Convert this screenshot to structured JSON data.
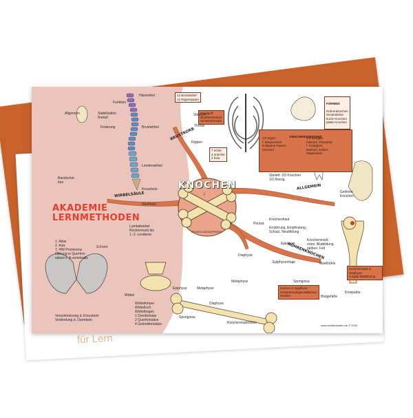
{
  "caption": "für Lern",
  "watermark": {
    "line1": "AKADEMIE",
    "line2": "LERNMETHODEN"
  },
  "center": {
    "title": "KNOCHEN",
    "numeral": "I",
    "subtitle": "BEWEGUNGSAPPARAT"
  },
  "branches": {
    "brustkorb": "BRUSTKORB",
    "allgemein": "ALLGEMEIN",
    "wirbelsaeule": "WIRBELSÄULE",
    "roehrenknochen": "RÖHRENKNOCHEN"
  },
  "left": {
    "halswirbel": "Halswirbel",
    "brustwirbel": "Brustwirbel",
    "lendenwirbel": "Lendenwirbel",
    "kreuzbein": "Kreuzbein",
    "steissbein": "Steißbein",
    "lumbalwirbel": "Lumbalwirbel\nRückenmark bis\n1.-2. Lendenw.",
    "atlas_list": "1. Atlas\n2. Axis\n7. HW Prominens\nÖffnung in Querfort-\nsätzen f. A.vertebralis",
    "wirbel_list": "Wirbelkörper\nWirbelloch\nWirbelbogen\n1 Dornfortsatz\n2 Querfortsätze\n4 Gelenkfortsätze",
    "verschmelzung": "Verschmelzung d. Kreuzbein\nVerbindung d. Darmbein",
    "bandscheiben": "Bandschei-\nben",
    "s_shape": "S-Form",
    "wirbel": "Wirbel",
    "funktion": "Funktion",
    "stabilisation": "Stabilisation\nRumpf",
    "allgemein_left": "Allgemein",
    "federung": "Federung"
  },
  "brustkorb": {
    "rippen_box": "12 Brustwirbel\n12 Rippenpaare",
    "sternum_box": "Handgriff\nBrustbeinkörper\nSchwertfortsatz",
    "sternum": "Sternum",
    "thorax": "Thorax",
    "rippen": "Rippen",
    "rippen_list": "7 echte\n3 unechte\n2 freie"
  },
  "allgemein": {
    "formen_title": "FORMEN",
    "formen_list": "Röhrenknochen\nSesambeine\nkurze Knochen\nplatte Knochen",
    "substanz_title": "KNOCHENSUBSTANZ",
    "substanz_left": "1/3 organ.\nf. Biegsamkeit\nkollagene Fasern\n(Ossein)",
    "substanz_right": "2/3 anorgan.\nKalzium, Phosphat\nf. Festigkeit\nNatrium, Kalium\nMagnesium",
    "skelett": "Skelett: 2/3 Knochen\n1/3 flüssig",
    "gelenke": "Gelenke\nKnochen"
  },
  "roehren": {
    "periost": "Periost",
    "knochenhaut": "Knochenhaut",
    "ernaehrung": "Ernährung, Empfindung,\nSchutz, Neubildung",
    "epiphyse": "Epiphyse",
    "diaphyse": "Diaphyse",
    "metaphyse": "Metaphyse",
    "spongiosa": "Spongiosa",
    "kompakta": "Kompakta",
    "markhoehle": "Markhöhle",
    "blutgefaesse": "Blutgefäße",
    "knochenmark": "Knochenmark\nrotes: Blutbildung\ngelbes: Fett",
    "innere": "inneres d. Epiphyse\nschwammartiges Bälkchen\nstruktur",
    "knochenmarkhoehle": "Knochenmarkhöhle",
    "markraum": "Knochenmark d. Diaphyse\nzurgelb Blutbildung",
    "epiphysenfuge": "Epiphysenfuge"
  },
  "footer": "www.studienkarten.de © 2020",
  "colors": {
    "orange": "#c8612a",
    "pink_panel": "#ebc5bb",
    "branch": "#d8734a",
    "watermark_red": "#e3311d"
  }
}
